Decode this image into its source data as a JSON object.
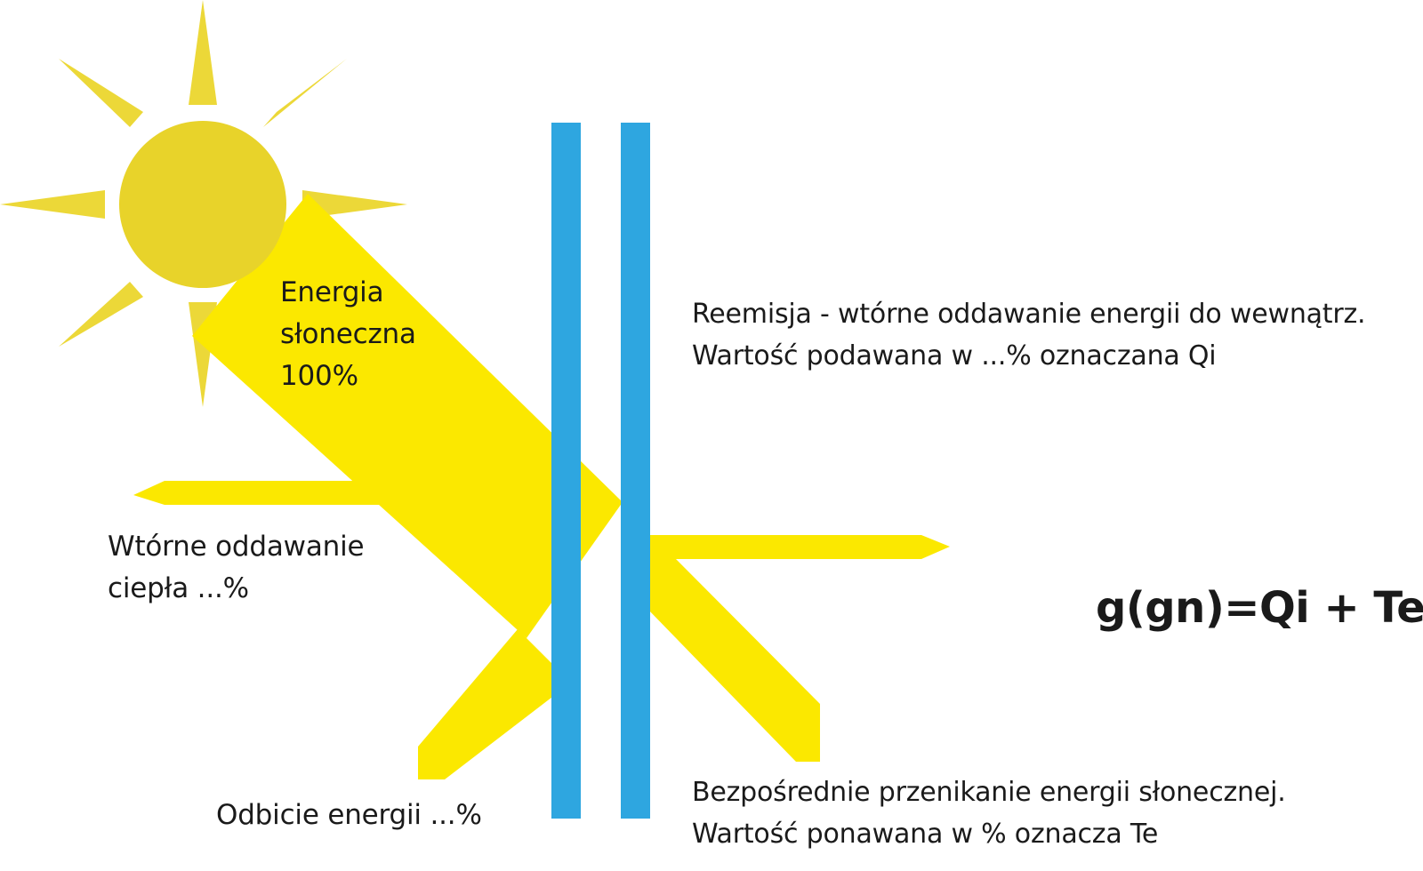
{
  "labels": {
    "solar_energy": [
      "Energia",
      "słoneczna",
      "100%"
    ],
    "secondary_heat": [
      "Wtórne oddawanie",
      "ciepła ...%"
    ],
    "reflection": "Odbicie energii ...%",
    "reemission": [
      "Reemisja - wtórne oddawanie energii do wewnątrz.",
      "Wartość podawana w ...% oznaczana Qi"
    ],
    "direct_transmission": [
      "Bezpośrednie przenikanie energii słonecznej.",
      "Wartość ponawana w % oznacza Te"
    ]
  },
  "formula": "g(gn)=Qi + Te",
  "colors": {
    "sun": "#e8d32a",
    "sun_rays": "#ecd838",
    "beam": "#fbe800",
    "glass": "#2ea6e0",
    "text": "#1a1a1a"
  },
  "icons": {
    "sun": "sun-icon",
    "glass_pane": "glass-pane"
  }
}
